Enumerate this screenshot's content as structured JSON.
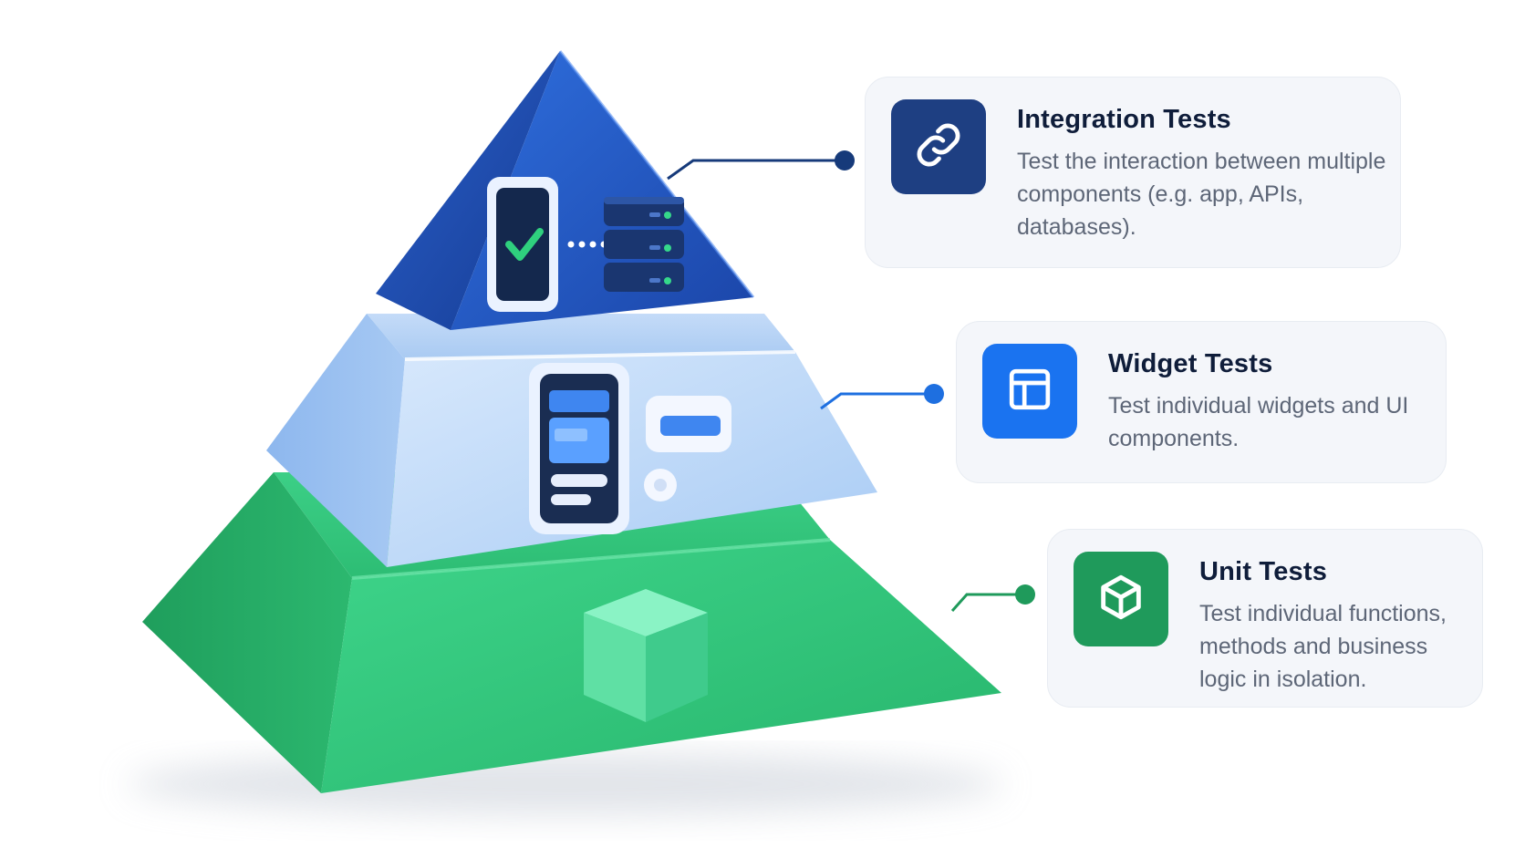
{
  "colors": {
    "integration": "#1f4ea8",
    "widget": "#8fbaf0",
    "unit": "#2bb86f",
    "connector_integration": "#163a7a",
    "connector_widget": "#1e6fe0",
    "connector_unit": "#1f9a5b"
  },
  "layers": [
    {
      "id": "integration",
      "title": "Integration Tests",
      "description": "Test the interaction between multiple components (e.g. app, APIs, databases).",
      "icon": "link-icon",
      "icon_bg": "#1e3f82"
    },
    {
      "id": "widget",
      "title": "Widget Tests",
      "description": "Test individual widgets and UI components.",
      "icon": "layout-icon",
      "icon_bg": "#1a73f0"
    },
    {
      "id": "unit",
      "title": "Unit Tests",
      "description": "Test individual functions, methods and business logic in isolation.",
      "icon": "cube-icon",
      "icon_bg": "#1f9a5b"
    }
  ]
}
